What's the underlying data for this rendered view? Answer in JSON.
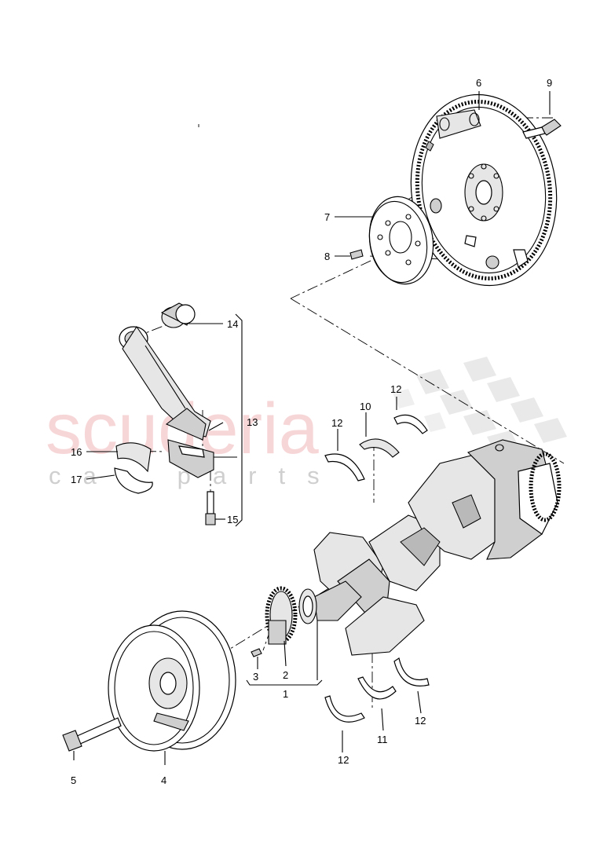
{
  "watermark": {
    "brand": "scuderia",
    "sub": "car parts"
  },
  "callouts": [
    {
      "id": "c1",
      "label": "1"
    },
    {
      "id": "c2",
      "label": "2"
    },
    {
      "id": "c3",
      "label": "3"
    },
    {
      "id": "c4",
      "label": "4"
    },
    {
      "id": "c5",
      "label": "5"
    },
    {
      "id": "c6",
      "label": "6"
    },
    {
      "id": "c7",
      "label": "7"
    },
    {
      "id": "c8",
      "label": "8"
    },
    {
      "id": "c9",
      "label": "9"
    },
    {
      "id": "c10",
      "label": "10"
    },
    {
      "id": "c11",
      "label": "11"
    },
    {
      "id": "c12a",
      "label": "12"
    },
    {
      "id": "c12b",
      "label": "12"
    },
    {
      "id": "c12c",
      "label": "12"
    },
    {
      "id": "c12d",
      "label": "12"
    },
    {
      "id": "c13",
      "label": "13"
    },
    {
      "id": "c14",
      "label": "14"
    },
    {
      "id": "c15",
      "label": "15"
    },
    {
      "id": "c16",
      "label": "16"
    },
    {
      "id": "c17",
      "label": "17"
    }
  ],
  "colors": {
    "line": "#000000",
    "shade_light": "#e6e6e6",
    "shade_mid": "#cfcfcf",
    "watermark_red": "#f5c9cc",
    "watermark_grey": "#cfcfcf"
  }
}
